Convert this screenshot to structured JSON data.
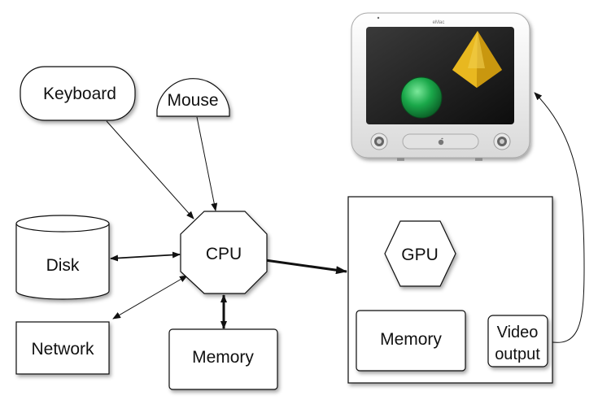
{
  "nodes": {
    "keyboard": "Keyboard",
    "mouse": "Mouse",
    "cpu": "CPU",
    "disk": "Disk",
    "network": "Network",
    "memory": "Memory",
    "gpu": "GPU",
    "gpu_memory": "Memory",
    "video_output_line1": "Video",
    "video_output_line2": "output"
  },
  "monitor": {
    "brand": "eMac",
    "icons": [
      "green-sphere-icon",
      "gold-pyramid-icon",
      "apple-logo-icon"
    ]
  },
  "colors": {
    "line": "#111111",
    "sphere": "#1aa84a",
    "pyramid": "#e0b21a",
    "screen": "#1a1a1a",
    "bezel": "#eeeeee"
  }
}
